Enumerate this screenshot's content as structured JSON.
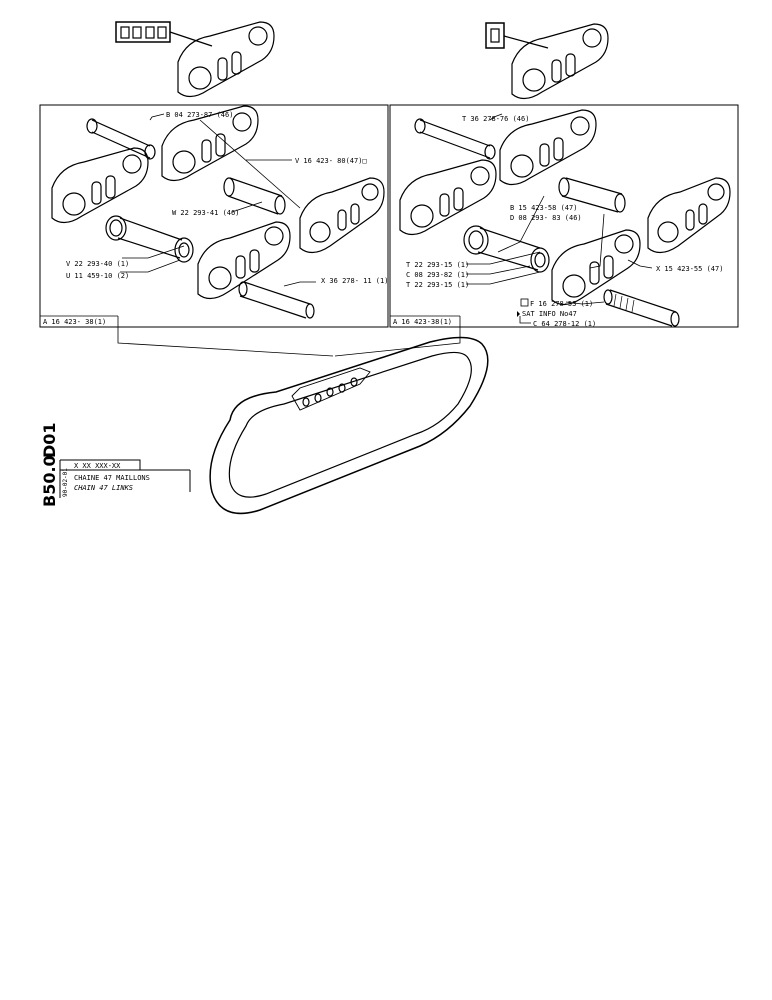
{
  "sheet": {
    "code_main": "D01",
    "code_sub": "B50.0",
    "date": "90-02-01",
    "ref_pattern": "X XX XXX-XX",
    "title_fr": "CHAINE  47 MAILLONS",
    "title_en": "CHAIN    47 LINKS"
  },
  "left_panel": {
    "footer": "A 16 423- 38(1)",
    "callouts": {
      "b": "B 04 273-87 (46)",
      "v1": "V 16 423- 80(47)□",
      "w": "W 22 293-41 (46)",
      "v2": "V 22 293-40 (1)",
      "u": "U 11 459-10 (2)",
      "x": "X 36 278- 11 (1)"
    }
  },
  "right_panel": {
    "footer": "A 16 423-38(1)",
    "callouts": {
      "t1": "T 36 278-76 (46)",
      "b": "B 15 423-58 (47)",
      "d": "D 08 293- 83 (46)",
      "t2": "T  22 293-15 (1)",
      "c1": "C  08 293-82 (1)",
      "t3": "T  22 293-15 (1)",
      "x": "X 15 423-55 (47)",
      "f": "F 16 278-53 (1)",
      "sat": "SAT  INFO  No47",
      "c2": "C  64 278-12 (1)"
    }
  }
}
